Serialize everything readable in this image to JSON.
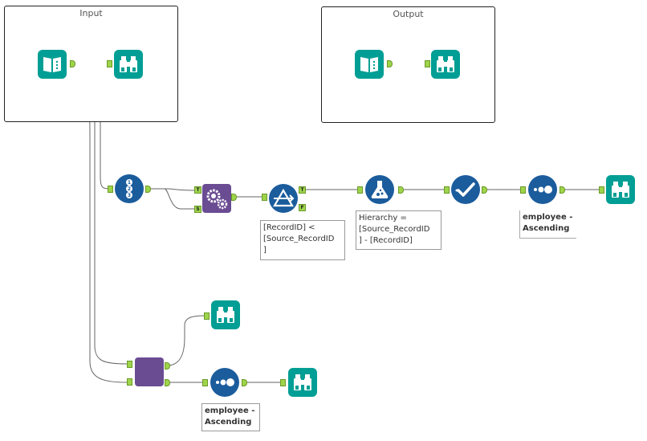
{
  "containers": {
    "input_title": "Input",
    "output_title": "Output"
  },
  "annotations": {
    "filter_expression": "[RecordID] <\n[Source_RecordID\n]",
    "formula_expression": "Hierarchy =\n[Source_RecordID\n] - [RecordID]",
    "sort_main": "employee -\nAscending",
    "sort_bottom": "employee -\nAscending"
  },
  "anchor_labels": {
    "target": "T",
    "source": "S",
    "true": "T",
    "false": "F"
  },
  "icons": {
    "input_tool": "book-input-icon",
    "browse_tool": "binoculars-icon",
    "record_id_tool": "record-id-icon",
    "append_tool": "gears-icon",
    "filter_tool": "filter-triangle-icon",
    "formula_tool": "flask-icon",
    "select_tool": "checkmark-icon",
    "sort_tool": "dots-icon",
    "join_tool": "purple-block-icon"
  },
  "colors": {
    "teal": "#009e94",
    "purple": "#6a4c93",
    "navy": "#1b5c9c",
    "anchor_green": "#9ed44a",
    "wire": "#555555"
  }
}
